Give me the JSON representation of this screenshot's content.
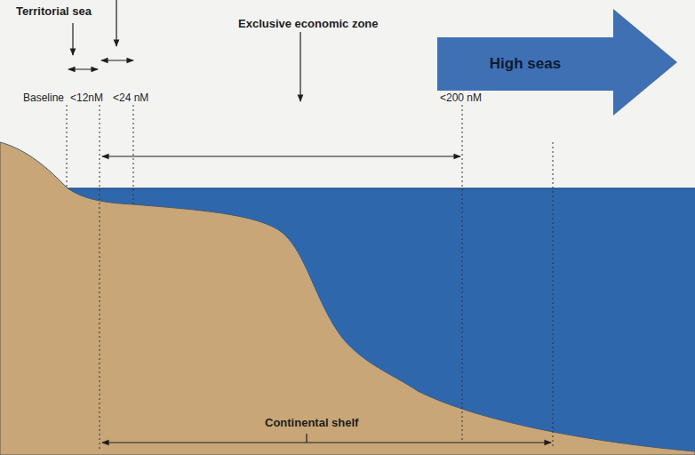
{
  "diagram": {
    "nodes": [
      {
        "text": [
          "High seas"
        ]
      }
    ],
    "labels": [
      "Territorial sea",
      "Exclusive economic zone",
      "Baseline",
      "<12nM",
      "<24 nM",
      "<200 nM",
      "Continental shelf"
    ]
  }
}
